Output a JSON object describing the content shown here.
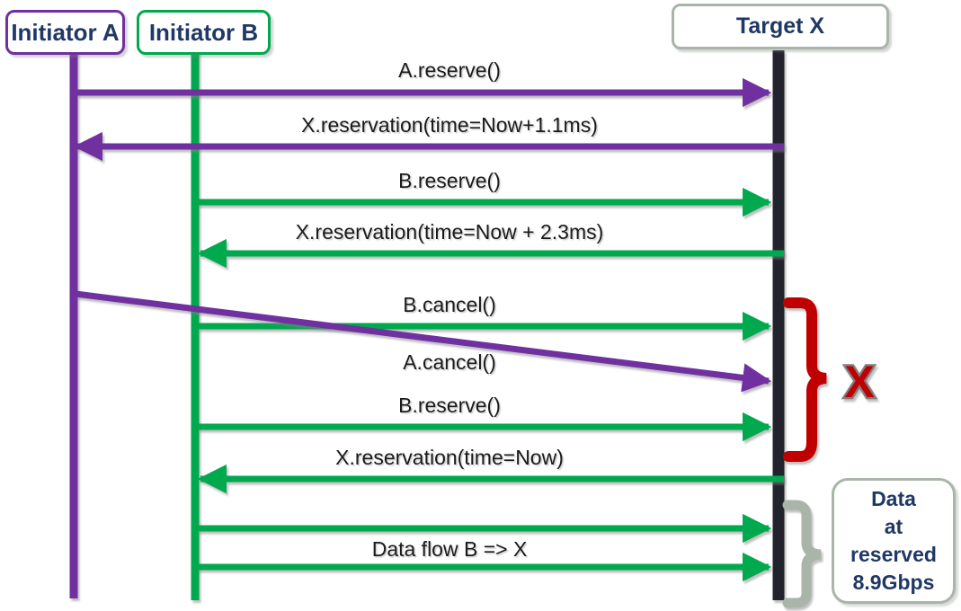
{
  "diagram": {
    "type": "sequence-diagram",
    "actors": [
      {
        "id": "initiator-a",
        "label": "Initiator A",
        "color": "#7030A0"
      },
      {
        "id": "initiator-b",
        "label": "Initiator B",
        "color": "#00A94E"
      },
      {
        "id": "target-x",
        "label": "Target X",
        "color": "#A9B5A9"
      }
    ],
    "messages": [
      {
        "label": "A.reserve()",
        "from": "Initiator A",
        "to": "Target X",
        "color": "#7030A0"
      },
      {
        "label": "X.reservation(time=Now+1.1ms)",
        "from": "Target X",
        "to": "Initiator A",
        "color": "#7030A0"
      },
      {
        "label": "B.reserve()",
        "from": "Initiator B",
        "to": "Target X",
        "color": "#00A94E"
      },
      {
        "label": "X.reservation(time=Now + 2.3ms)",
        "from": "Target X",
        "to": "Initiator B",
        "color": "#00A94E"
      },
      {
        "label": "B.cancel()",
        "from": "Initiator B",
        "to": "Target X",
        "color": "#00A94E"
      },
      {
        "label": "A.cancel()",
        "from": "Initiator A",
        "to": "Target X",
        "color": "#7030A0"
      },
      {
        "label": "B.reserve()",
        "from": "Initiator B",
        "to": "Target X",
        "color": "#00A94E"
      },
      {
        "label": "X.reservation(time=Now)",
        "from": "Target X",
        "to": "Initiator B",
        "color": "#00A94E"
      },
      {
        "label": "",
        "from": "Initiator B",
        "to": "Target X",
        "color": "#00A94E"
      },
      {
        "label": "Data flow B => X",
        "from": "Initiator B",
        "to": "Target X",
        "color": "#00A94E"
      }
    ],
    "annotations": {
      "rejected_mark": "X",
      "rejected_group": [
        "B.cancel()",
        "A.cancel()",
        "B.reserve()"
      ],
      "rejected_brace_color": "#C00000",
      "note_lines": [
        "Data",
        "at",
        "reserved",
        "8.9Gbps"
      ],
      "note_brace_color": "#A9B5A9"
    },
    "colors": {
      "initiator_a": "#7030A0",
      "initiator_b": "#00A94E",
      "target_lifeline": "#23232E",
      "actor_text": "#1F3864",
      "label_text": "#1A1A1A"
    }
  }
}
